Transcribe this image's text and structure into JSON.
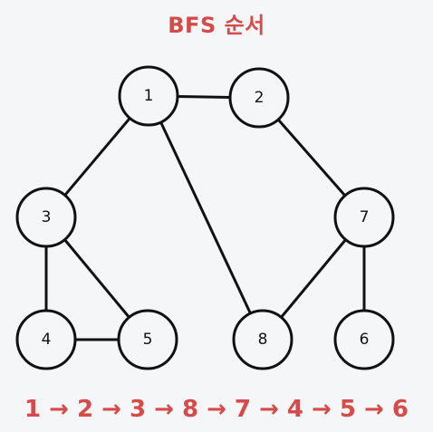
{
  "title": "BFS 순서",
  "nodes": [
    {
      "id": "1",
      "label": "1"
    },
    {
      "id": "2",
      "label": "2"
    },
    {
      "id": "3",
      "label": "3"
    },
    {
      "id": "7",
      "label": "7"
    },
    {
      "id": "4",
      "label": "4"
    },
    {
      "id": "5",
      "label": "5"
    },
    {
      "id": "8",
      "label": "8"
    },
    {
      "id": "6",
      "label": "6"
    }
  ],
  "edges": [
    [
      "1",
      "2"
    ],
    [
      "1",
      "3"
    ],
    [
      "1",
      "8"
    ],
    [
      "2",
      "7"
    ],
    [
      "3",
      "4"
    ],
    [
      "3",
      "5"
    ],
    [
      "4",
      "5"
    ],
    [
      "7",
      "8"
    ],
    [
      "7",
      "6"
    ]
  ],
  "bfs_order": "1 → 2 → 3 → 8 → 7 → 4 → 5 → 6",
  "colors": {
    "accent": "#d64a4a",
    "stroke": "#111111",
    "background": "#f5f6f8"
  }
}
